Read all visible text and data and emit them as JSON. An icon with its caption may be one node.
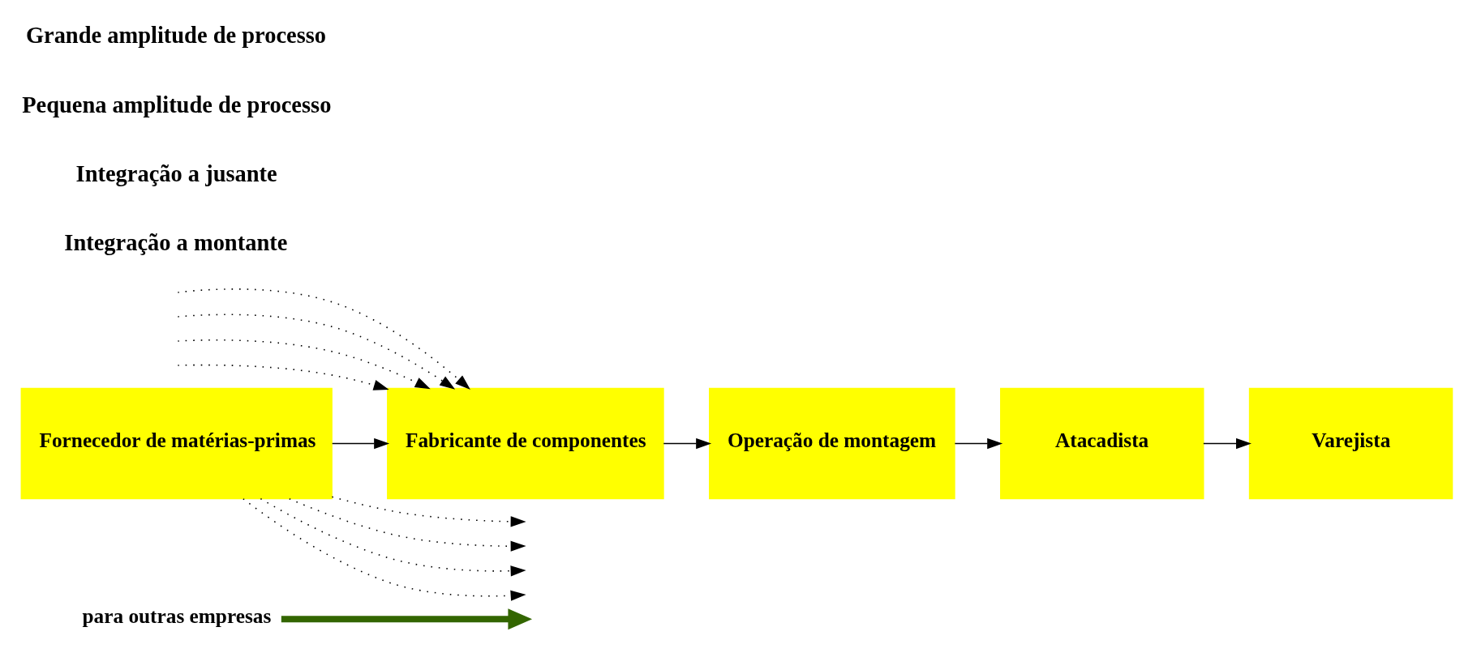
{
  "diagram": {
    "nodes": [
      {
        "text": [
          "para outras empresas"
        ]
      },
      {
        "text": [
          "Fornecedor de matérias-primas"
        ]
      },
      {
        "text": [
          "Fabricante de componentes"
        ]
      },
      {
        "text": [
          "Operação de montagem"
        ]
      },
      {
        "text": [
          "Atacadista"
        ]
      },
      {
        "text": [
          "Varejista"
        ]
      }
    ],
    "edges": [
      {
        "from": 0,
        "to": null,
        "arrow": "to",
        "style": "thick",
        "color": "#336600"
      },
      {
        "from": 1,
        "to": null,
        "arrow": "to",
        "style": "dashed"
      },
      {
        "from": 1,
        "to": null,
        "arrow": "to",
        "style": "dashed"
      },
      {
        "from": 1,
        "to": null,
        "arrow": "to",
        "style": "dashed"
      },
      {
        "from": 1,
        "to": null,
        "arrow": "to",
        "style": "dashed"
      },
      {
        "from": null,
        "to": 2,
        "arrow": "to",
        "style": "dashed"
      },
      {
        "from": null,
        "to": 2,
        "arrow": "to",
        "style": "dashed"
      },
      {
        "from": null,
        "to": 2,
        "arrow": "to",
        "style": "dashed"
      },
      {
        "from": null,
        "to": 2,
        "arrow": "to",
        "style": "dashed"
      },
      {
        "from": 1,
        "to": 2,
        "arrow": "to"
      },
      {
        "from": 2,
        "to": 3,
        "arrow": "to"
      },
      {
        "from": 3,
        "to": 4,
        "arrow": "to"
      },
      {
        "from": 4,
        "to": 5,
        "arrow": "to"
      }
    ],
    "labels": [
      "Integração a montante",
      "Integração a jusante",
      "Pequena amplitude de processo",
      "Grande amplitude de processo"
    ]
  }
}
